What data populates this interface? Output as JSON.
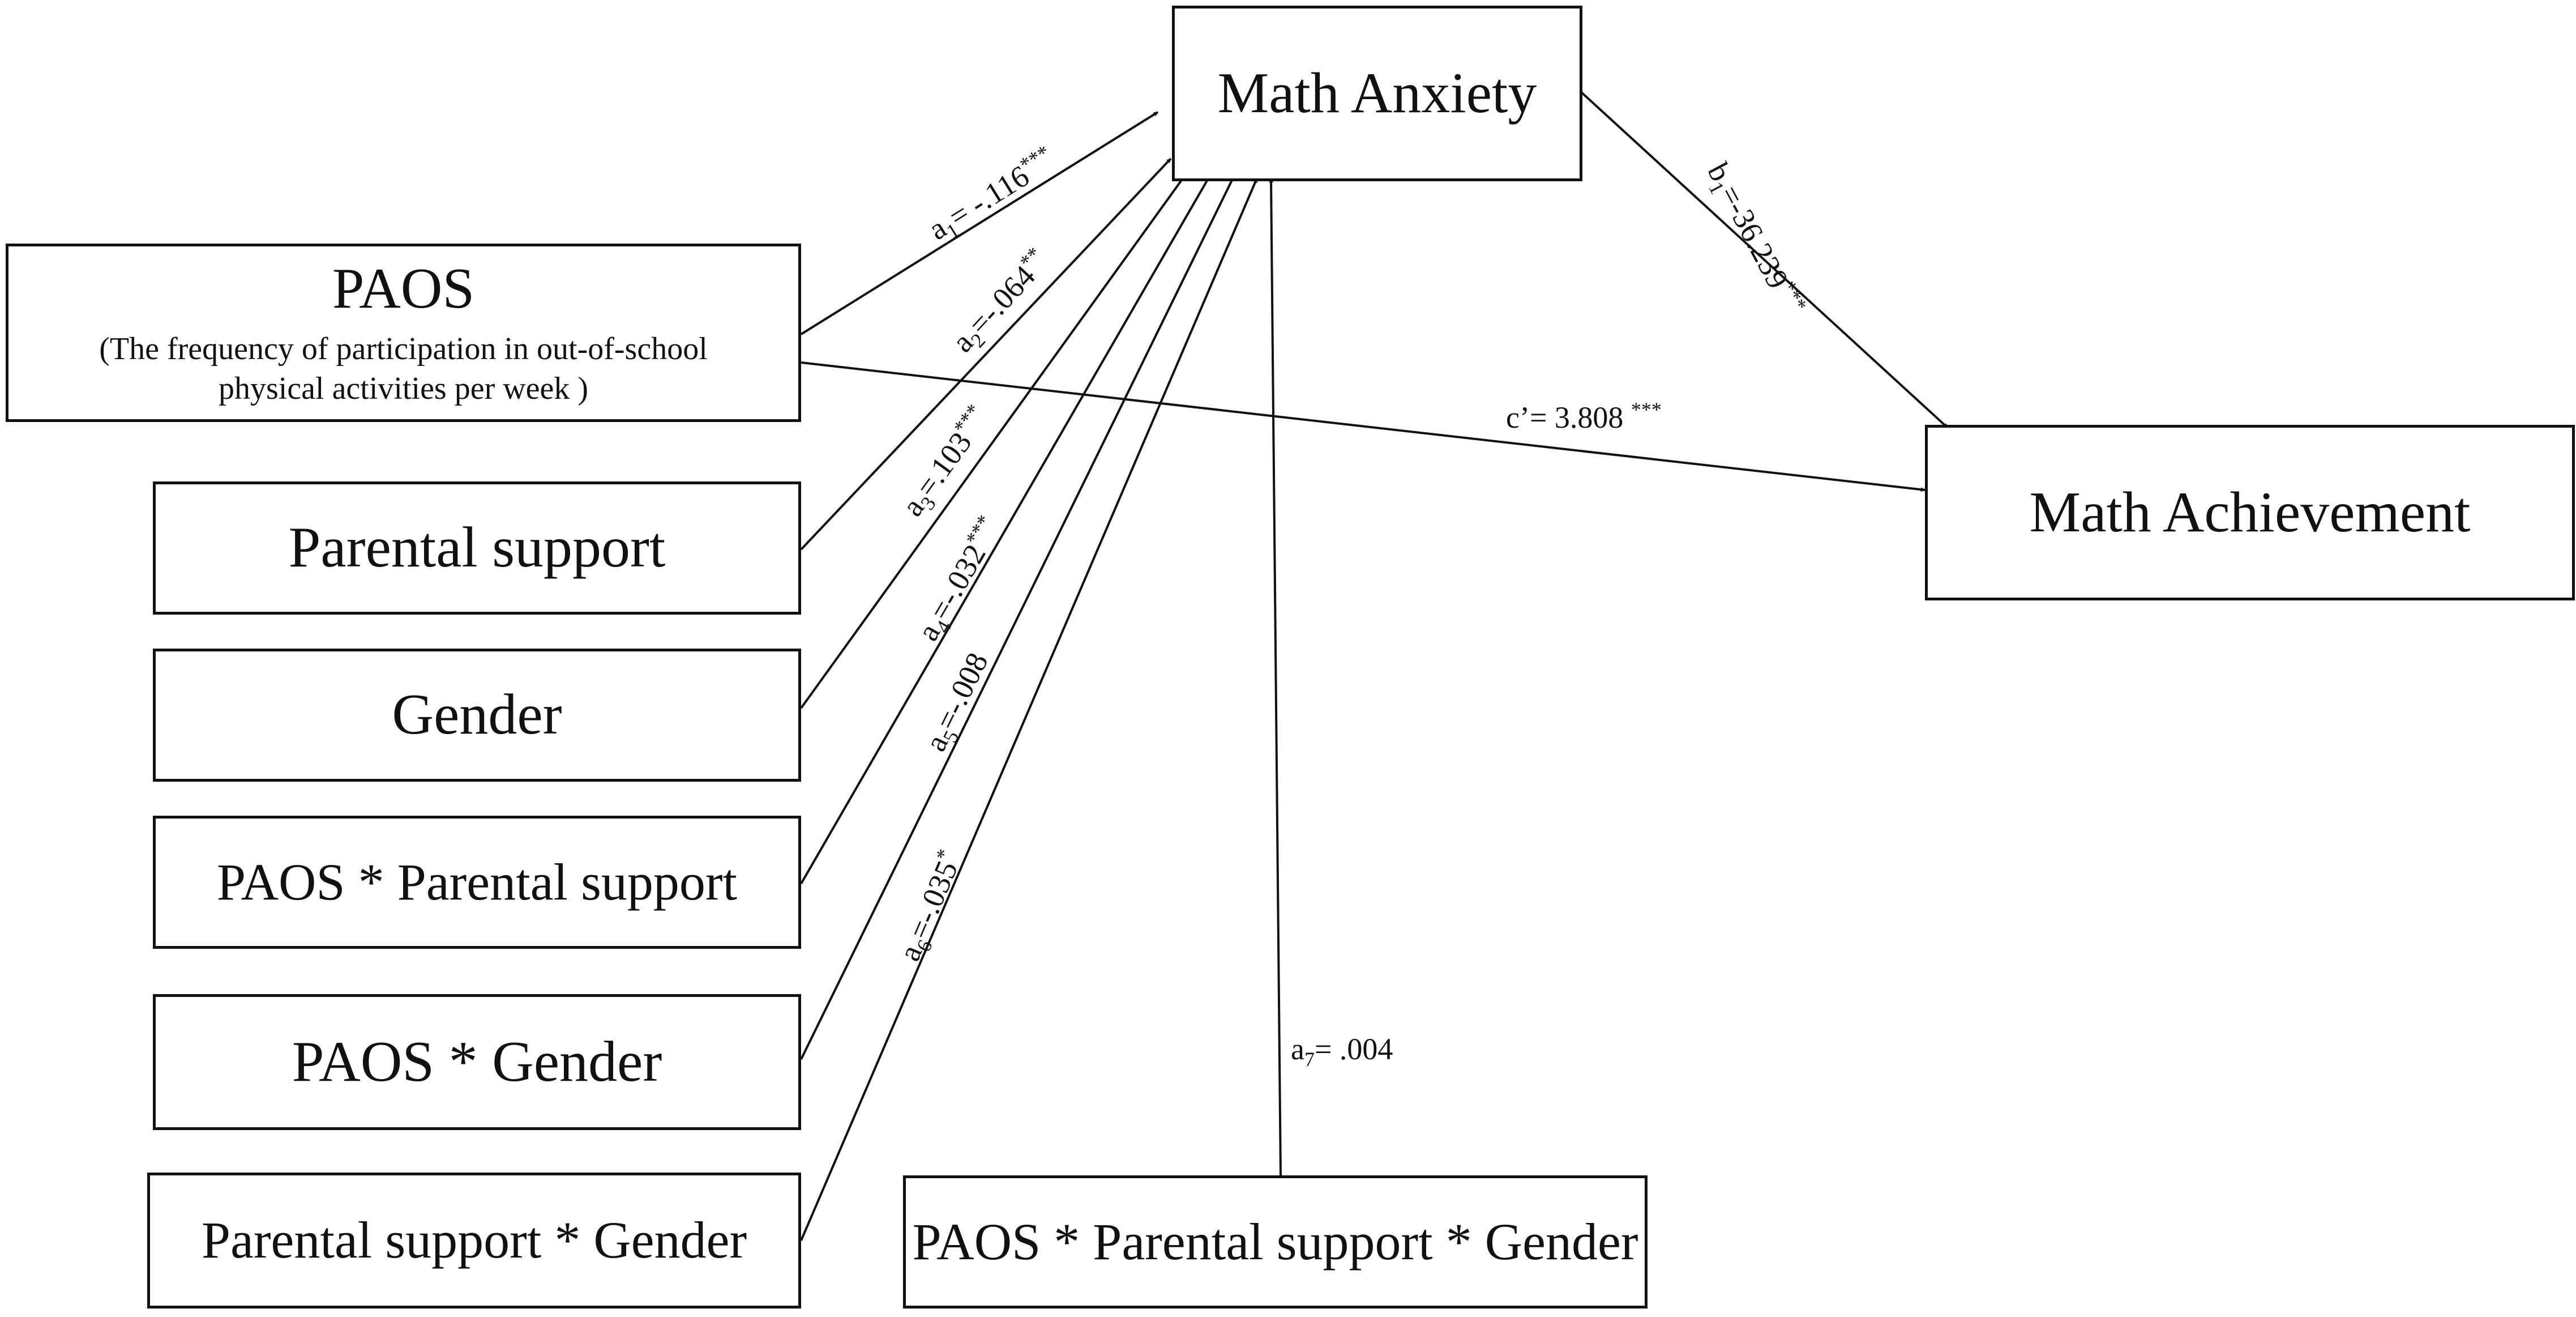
{
  "nodes": {
    "math_anxiety": "Math Anxiety",
    "math_achievement": "Math Achievement",
    "paos": {
      "title": "PAOS",
      "subtitle_line1": "(The frequency of participation in out-of-school",
      "subtitle_line2": "physical activities per week )"
    },
    "parental_support": "Parental support",
    "gender": "Gender",
    "paos_x_parental_support": "PAOS * Parental support",
    "paos_x_gender": "PAOS * Gender",
    "parental_support_x_gender": "Parental support * Gender",
    "paos_x_parental_support_x_gender": "PAOS * Parental support * Gender"
  },
  "paths": {
    "a1": {
      "base": "a",
      "sub": "1",
      "text": "= -.116",
      "sig": "***"
    },
    "a2": {
      "base": "a",
      "sub": "2",
      "text": "=-.064",
      "sig": "**"
    },
    "a3": {
      "base": "a",
      "sub": "3",
      "text": "=.103",
      "sig": "***"
    },
    "a4": {
      "base": "a",
      "sub": "4",
      "text": "=-.032",
      "sig": "***"
    },
    "a5": {
      "base": "a",
      "sub": "5",
      "text": "=-.008",
      "sig": ""
    },
    "a6": {
      "base": "a",
      "sub": "6",
      "text": "=-.035",
      "sig": "*"
    },
    "a7": {
      "base": "a",
      "sub": "7",
      "text": "= .004",
      "sig": ""
    },
    "b1": {
      "base": "b",
      "sub": "1",
      "text": "=-36.239",
      "sig": "***"
    },
    "c_prime": {
      "text": "c’= 3.808 ",
      "sig": "***"
    }
  }
}
